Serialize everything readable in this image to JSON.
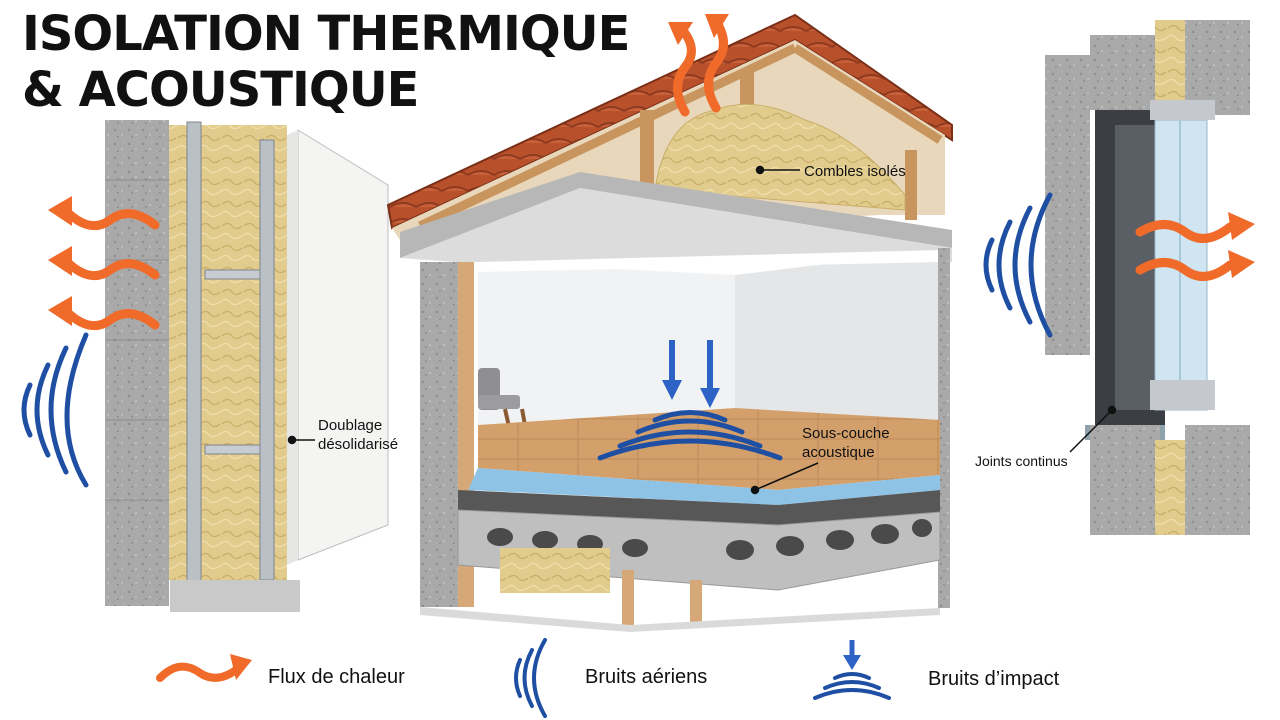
{
  "title": {
    "line1": "ISOLATION THERMIQUE",
    "line2": "& ACOUSTIQUE"
  },
  "labels": {
    "attic": "Combles isolés",
    "wall_line1": "Doublage",
    "wall_line2": "désolidarisé",
    "floor_line1": "Sous-couche",
    "floor_line2": "acoustique",
    "window": "Joints continus"
  },
  "legend": {
    "heat": "Flux de chaleur",
    "airborne": "Bruits aériens",
    "impact": "Bruits d’impact"
  },
  "colors": {
    "heat": "#f06a2a",
    "sound": "#1f4fa3",
    "insulation": "#e2cc8d",
    "concrete": "#a6a6a6",
    "wood": "#d6a877",
    "roof_tile": "#b8502c",
    "metal": "#b9c0c6",
    "glass": "#cfe6f2"
  }
}
